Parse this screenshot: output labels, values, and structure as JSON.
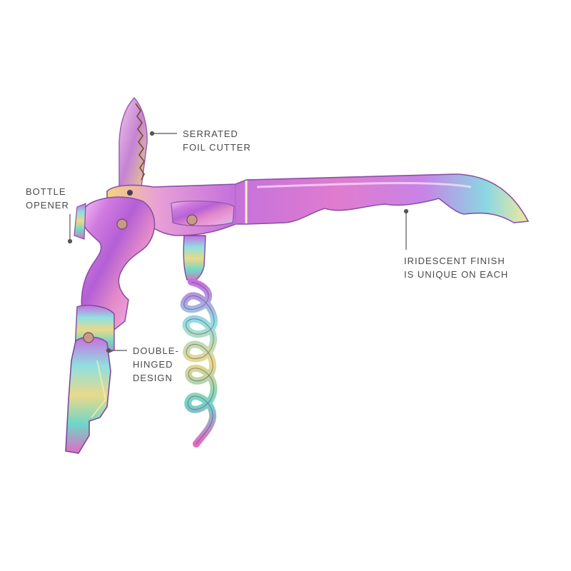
{
  "colors": {
    "background": "#ffffff",
    "callout_text": "#4a4a4a",
    "callout_line": "#555555",
    "finish_gradient": [
      "#f2b6e8",
      "#c06ad8",
      "#8fe3e0",
      "#f4e08a",
      "#e56fc9"
    ]
  },
  "product": {
    "name_icon": "waiters-corkscrew-image"
  },
  "callouts": {
    "serrated": {
      "line1": "SERRATED",
      "line2": "FOIL CUTTER"
    },
    "bottle": {
      "line1": "BOTTLE",
      "line2": "OPENER"
    },
    "iridescent": {
      "line1": "IRIDESCENT FINISH",
      "line2": "IS UNIQUE ON EACH"
    },
    "double": {
      "line1": "DOUBLE-",
      "line2": "HINGED",
      "line3": "DESIGN"
    }
  }
}
